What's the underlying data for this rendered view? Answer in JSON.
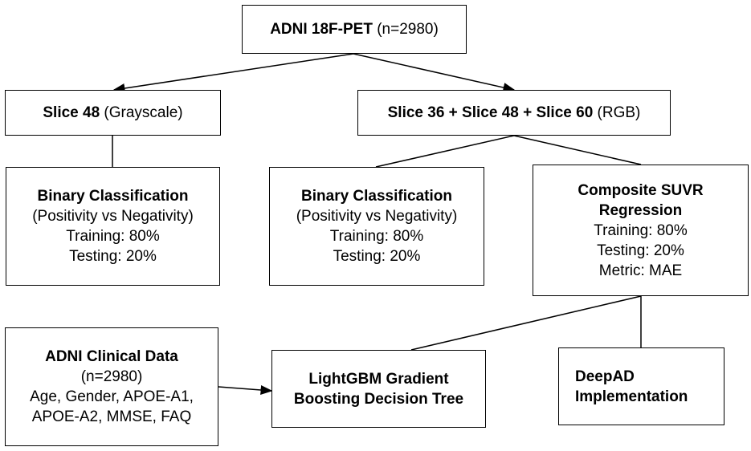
{
  "nodes": {
    "root": {
      "bold": "ADNI 18F-PET",
      "rest": " (n=2980)"
    },
    "slice48": {
      "bold": "Slice 48",
      "rest": " (Grayscale)"
    },
    "slice_rgb": {
      "bold": "Slice 36 + Slice 48 + Slice 60",
      "rest": " (RGB)"
    },
    "binary_left": {
      "title": "Binary Classification",
      "lines": [
        "(Positivity vs Negativity)",
        "Training: 80%",
        "Testing: 20%"
      ]
    },
    "binary_mid": {
      "title": "Binary Classification",
      "lines": [
        "(Positivity vs Negativity)",
        "Training: 80%",
        "Testing: 20%"
      ]
    },
    "suvr": {
      "title_line1": "Composite SUVR",
      "title_line2": "Regression",
      "lines": [
        "Training: 80%",
        "Testing: 20%",
        "Metric: MAE"
      ]
    },
    "clinical": {
      "title": "ADNI Clinical Data",
      "lines": [
        "(n=2980)",
        "Age, Gender, APOE-A1,",
        "APOE-A2, MMSE, FAQ"
      ]
    },
    "lightgbm": {
      "line1": "LightGBM Gradient",
      "line2": "Boosting Decision Tree"
    },
    "deepad": {
      "line1": "DeepAD",
      "line2": "Implementation"
    }
  }
}
